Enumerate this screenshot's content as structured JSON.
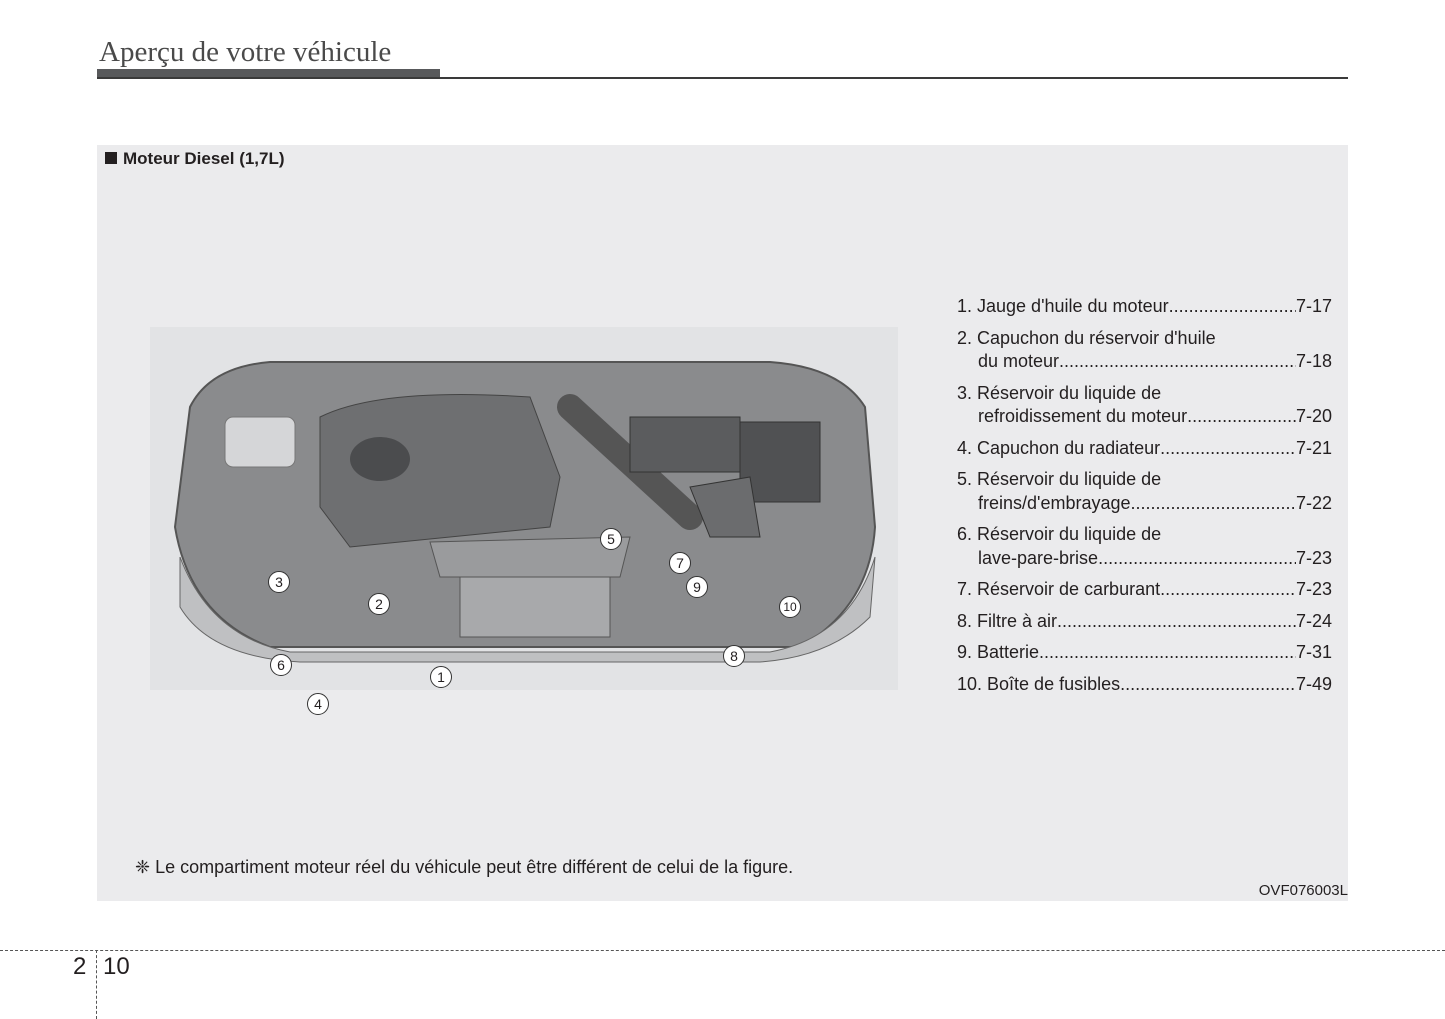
{
  "header": {
    "title": "Aperçu de votre véhicule"
  },
  "section": {
    "title": "Moteur Diesel (1,7L)"
  },
  "figure": {
    "callouts": [
      "1",
      "2",
      "3",
      "4",
      "5",
      "6",
      "7",
      "8",
      "9",
      "10"
    ],
    "code": "OVF076003L"
  },
  "items": [
    {
      "lines": [
        "1. Jauge d'huile du moteur"
      ],
      "page": "7-17"
    },
    {
      "lines": [
        "2. Capuchon du réservoir d'huile",
        "du moteur"
      ],
      "page": "7-18"
    },
    {
      "lines": [
        "3. Réservoir du liquide de",
        "refroidissement du moteur"
      ],
      "page": "7-20"
    },
    {
      "lines": [
        "4. Capuchon du radiateur"
      ],
      "page": "7-21"
    },
    {
      "lines": [
        "5. Réservoir du liquide de",
        "freins/d'embrayage"
      ],
      "page": "7-22"
    },
    {
      "lines": [
        "6. Réservoir du liquide de",
        "lave-pare-brise"
      ],
      "page": "7-23"
    },
    {
      "lines": [
        "7. Réservoir de carburant"
      ],
      "page": "7-23"
    },
    {
      "lines": [
        "8. Filtre à air"
      ],
      "page": "7-24"
    },
    {
      "lines": [
        "9. Batterie"
      ],
      "page": "7-31"
    },
    {
      "lines": [
        "10. Boîte de fusibles"
      ],
      "page": "7-49"
    }
  ],
  "note": "❈ Le compartiment moteur réel du véhicule peut être différent de celui de la figure.",
  "footer": {
    "chapter": "2",
    "page": "10"
  }
}
